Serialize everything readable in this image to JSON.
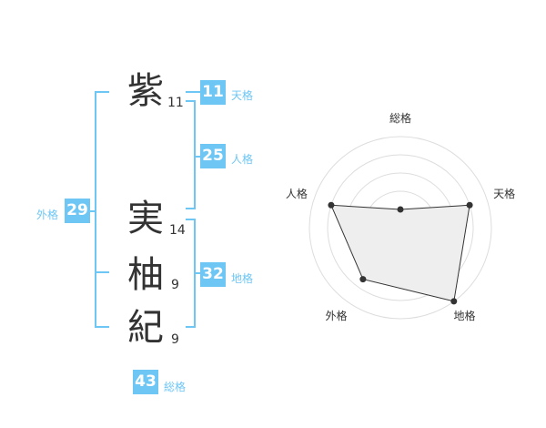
{
  "name": {
    "chars": [
      {
        "char": "紫",
        "strokes": "11"
      },
      {
        "char": "実",
        "strokes": "14"
      },
      {
        "char": "柚",
        "strokes": "9"
      },
      {
        "char": "紀",
        "strokes": "9"
      }
    ]
  },
  "kaku": {
    "tenkaku": {
      "value": "11",
      "label": "天格"
    },
    "jinkaku": {
      "value": "25",
      "label": "人格"
    },
    "chikaku": {
      "value": "32",
      "label": "地格"
    },
    "gaikaku": {
      "value": "29",
      "label": "外格"
    },
    "soukaku": {
      "value": "43",
      "label": "総格"
    }
  },
  "colors": {
    "accent": "#6ec6f5",
    "text": "#333333",
    "grid": "#dddddd",
    "fill": "#eeeeee"
  },
  "chart_data": {
    "type": "radar",
    "axes": [
      "総格",
      "天格",
      "地格",
      "外格",
      "人格"
    ],
    "values": [
      1,
      4,
      5,
      3.5,
      4
    ],
    "max": 5,
    "grid_rings": 5
  }
}
